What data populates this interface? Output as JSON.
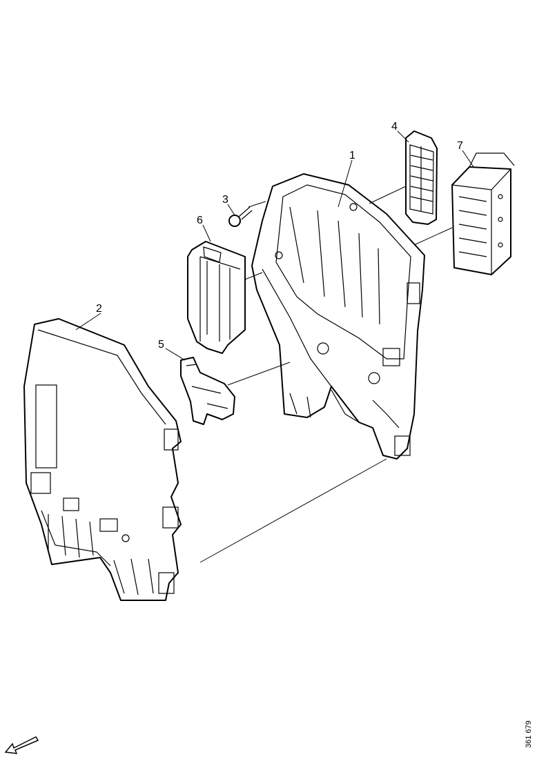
{
  "callouts": {
    "c1": "1",
    "c2": "2",
    "c3": "3",
    "c4": "4",
    "c5": "5",
    "c6": "6",
    "c7": "7"
  },
  "figure_code": "361 679",
  "icons": {
    "orientation": "direction-arrow-icon"
  }
}
